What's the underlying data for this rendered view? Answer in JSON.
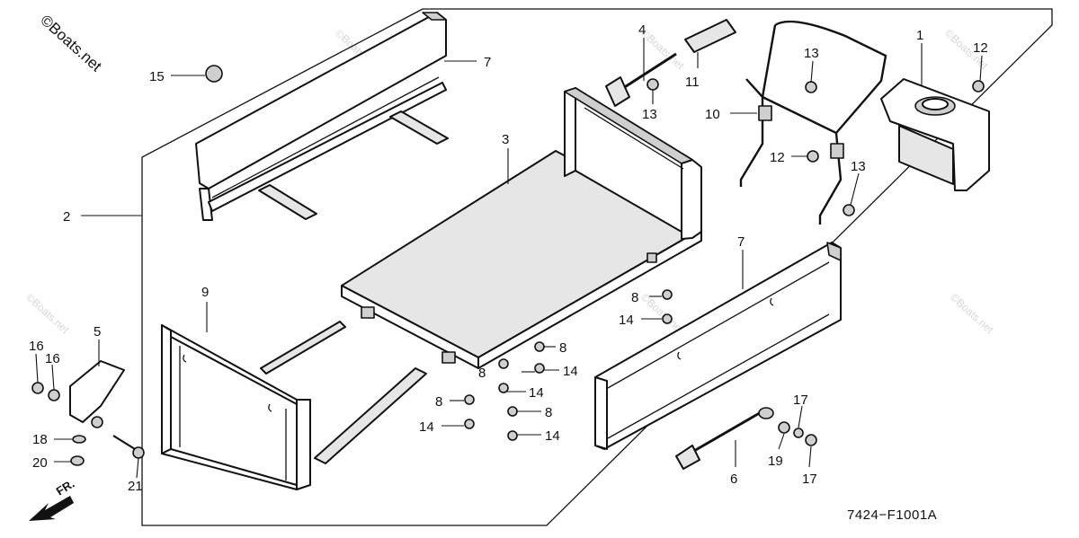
{
  "copyright": "©Boats.net",
  "watermark": "©Boats.net",
  "drawing_code": "7424−F1001A",
  "front_arrow_label": "FR.",
  "callouts": {
    "c1": "1",
    "c2": "2",
    "c3": "3",
    "c4": "4",
    "c5": "5",
    "c6": "6",
    "c7a": "7",
    "c7b": "7",
    "c8a": "8",
    "c8b": "8",
    "c8c": "8",
    "c8d": "8",
    "c8e": "8",
    "c9": "9",
    "c10": "10",
    "c11": "11",
    "c12a": "12",
    "c12b": "12",
    "c13a": "13",
    "c13b": "13",
    "c13c": "13",
    "c14a": "14",
    "c14b": "14",
    "c14c": "14",
    "c14d": "14",
    "c14e": "14",
    "c15": "15",
    "c16a": "16",
    "c16b": "16",
    "c17a": "17",
    "c17b": "17",
    "c18": "18",
    "c19": "19",
    "c20": "20",
    "c21": "21"
  }
}
